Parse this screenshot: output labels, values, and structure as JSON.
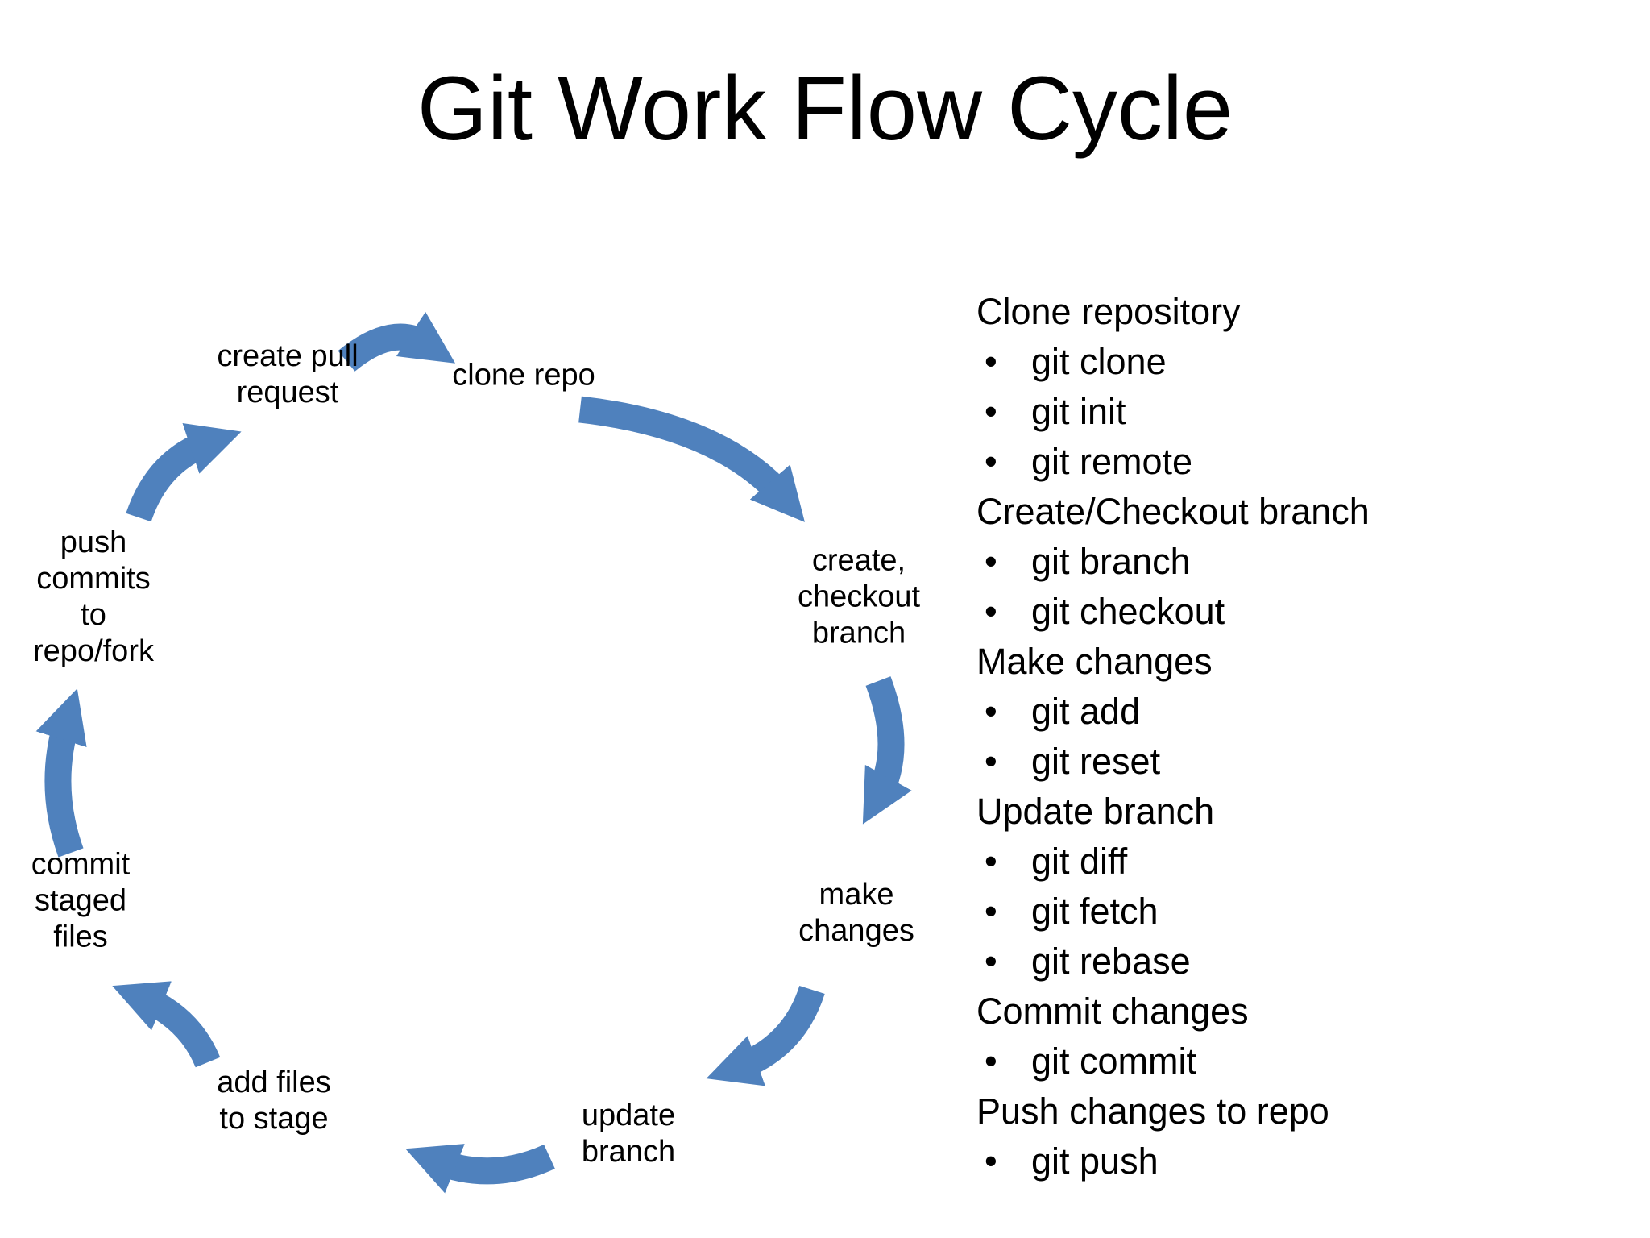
{
  "slide": {
    "title": "Git Work Flow Cycle",
    "background": "#ffffff"
  },
  "colors": {
    "arrow": "#4F81BD",
    "text": "#000000"
  },
  "cycle": {
    "nodes": [
      {
        "id": "create-pull-request",
        "label": "create pull\nrequest"
      },
      {
        "id": "clone-repo",
        "label": "clone repo"
      },
      {
        "id": "create-checkout-branch",
        "label": "create,\ncheckout\nbranch"
      },
      {
        "id": "make-changes",
        "label": "make\nchanges"
      },
      {
        "id": "update-branch",
        "label": "update\nbranch"
      },
      {
        "id": "add-files-to-stage",
        "label": "add files\nto stage"
      },
      {
        "id": "commit-staged-files",
        "label": "commit\nstaged\nfiles"
      },
      {
        "id": "push-commits-to-repo-fork",
        "label": "push\ncommits\nto\nrepo/fork"
      }
    ]
  },
  "commands": {
    "bullet_glyph": "•",
    "sections": [
      {
        "heading": "Clone repository",
        "items": [
          "git clone",
          "git init",
          "git remote"
        ]
      },
      {
        "heading": "Create/Checkout branch",
        "items": [
          "git branch",
          "git checkout"
        ]
      },
      {
        "heading": "Make changes",
        "items": [
          "git add",
          "git reset"
        ]
      },
      {
        "heading": "Update branch",
        "items": [
          "git diff",
          "git fetch",
          "git rebase"
        ]
      },
      {
        "heading": "Commit changes",
        "items": [
          "git commit"
        ]
      },
      {
        "heading": "Push changes to repo",
        "items": [
          "git push"
        ]
      }
    ]
  }
}
